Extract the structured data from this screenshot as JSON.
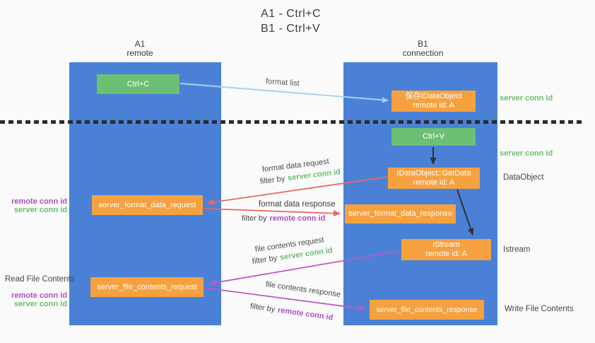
{
  "title": {
    "line1": "A1 - Ctrl+C",
    "line2": "B1 - Ctrl+V"
  },
  "columns": {
    "a": {
      "name": "A1",
      "subtitle": "remote"
    },
    "b": {
      "name": "B1",
      "subtitle": "connection"
    }
  },
  "nodes": {
    "ctrl_c": {
      "label": "Ctrl+C"
    },
    "ctrl_v": {
      "label": "Ctrl+V"
    },
    "save_dataobject": {
      "line1": "保存IDataObject",
      "line2": "remote id: A"
    },
    "getdata": {
      "line1": "IDataObject::GetData",
      "line2": "remote id: A"
    },
    "istream": {
      "line1": "IStream",
      "line2": "remote id: A"
    },
    "format_request": {
      "label": "server_format_data_request"
    },
    "format_response": {
      "label": "server_format_data_response"
    },
    "file_request": {
      "label": "server_file_contents_request"
    },
    "file_response": {
      "label": "server_file_contents_response"
    }
  },
  "flow_labels": {
    "format_list": "format list",
    "format_data_request": "format data request",
    "format_data_response": "format data response",
    "file_contents_request": "file contents request",
    "file_contents_response": "file contents response",
    "filter_by": "filter by"
  },
  "conn_ids": {
    "server": "server conn id",
    "remote": "remote conn id"
  },
  "side_labels": {
    "read_file_contents": "Read File Contents",
    "write_file_contents": "Write File Contents",
    "dataobject": "DataObject",
    "istream": "Istream"
  },
  "colors": {
    "background": "#fafafa",
    "lane_blue": "#4a81d6",
    "node_green": "#6dbf74",
    "node_orange": "#f6a140",
    "server_id_green": "#6abf6e",
    "remote_id_purple": "#ab4fc4",
    "arrow_red": "#e8685e",
    "arrow_magenta": "#bf57c4",
    "arrow_blue": "#a6d2f2",
    "arrow_black": "#333333"
  }
}
